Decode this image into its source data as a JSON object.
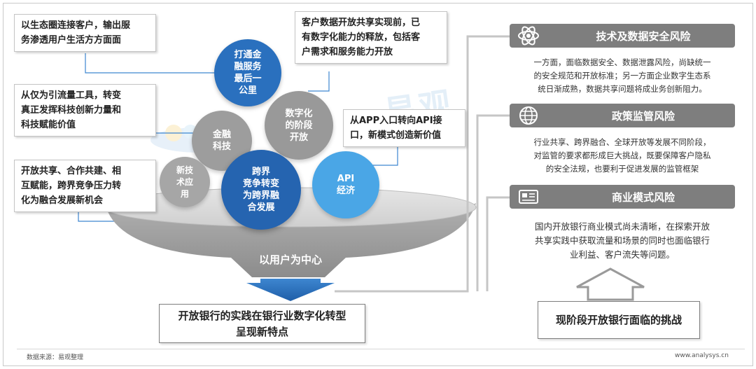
{
  "notes": {
    "n1": [
      "以生态圈连接客户，输出服",
      "务渗透用户生活方方面面"
    ],
    "n2": [
      "从仅为引流量工具，转变",
      "真正发挥科技创新力量和",
      "科技赋能价值"
    ],
    "n3": [
      "开放共享、合作共建、相",
      "互赋能，跨界竞争压力转",
      "化为融合发展新机会"
    ],
    "n4": [
      "客户数据开放共享实现前，已",
      "有数字化能力的释放，包括客",
      "户需求和服务能力开放"
    ],
    "n5": [
      "从APP入口转向API接",
      "口，新模式创造新价值"
    ]
  },
  "circles": {
    "c1": [
      "打通金",
      "融服务",
      "最后一",
      "公里"
    ],
    "c2": [
      "金融",
      "科技"
    ],
    "c3": [
      "数字化",
      "的阶段",
      "开放"
    ],
    "c4": [
      "新技",
      "术应",
      "用"
    ],
    "c5": [
      "跨界",
      "竞争转变",
      "为跨界融",
      "合发展"
    ],
    "c6": [
      "API",
      "经济"
    ]
  },
  "funnel_label": "以用户为中心",
  "bottom_left_box": [
    "开放银行的实践在银行业数字化转型",
    "呈现新特点"
  ],
  "bottom_right_box": "现阶段开放银行面临的挑战",
  "risks": [
    {
      "title": "技术及数据安全风险",
      "icon": "atom-icon",
      "desc": [
        "一方面，面临数据安全、数据泄露风险，尚缺统一",
        "的安全规范和开放标准；另一方面企业数字生态系",
        "统日渐成熟，数据共享问题将成业务创新阻力。"
      ]
    },
    {
      "title": "政策监管风险",
      "icon": "globe-icon",
      "desc": [
        "行业共享、跨界融合、全球开放等发展不同阶段，",
        "对监管的要求都形成巨大挑战，既要保障客户隐私",
        "的安全法规，也要利于促进发展的监管框架"
      ]
    },
    {
      "title": "商业模式风险",
      "icon": "card-icon",
      "desc": [
        "国内开放银行商业模式尚未清晰，在探索开放",
        "共享实践中获取流量和场景的同时也面临银行",
        "业利益、客户流失等问题。"
      ]
    }
  ],
  "watermark": "易观",
  "source_text": "数据来源：易观整理",
  "site_text": "www.analysys.cn",
  "colors": {
    "dark_blue": "#2166b3",
    "mid_blue": "#3d86d0",
    "light_blue": "#4aa6e6",
    "gray_circle": "#9a9a9a",
    "header_gray": "#7e7e7e"
  }
}
